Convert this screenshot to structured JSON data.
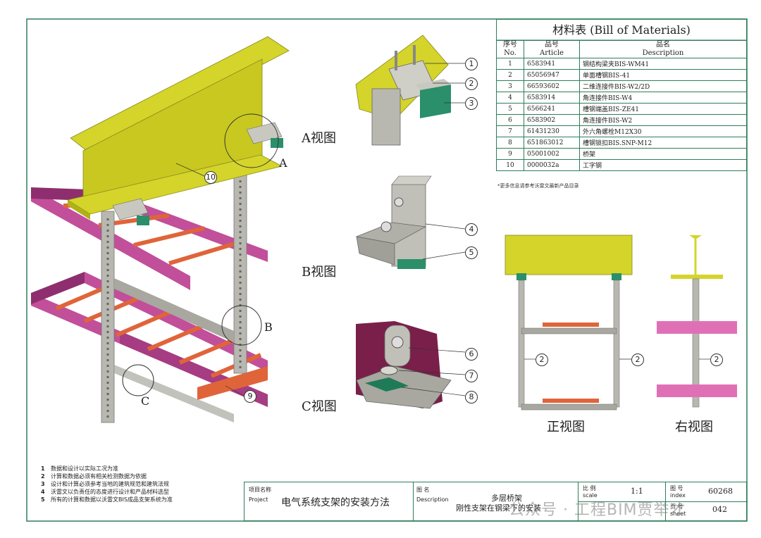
{
  "views": {
    "a": "A视图",
    "b": "B视图",
    "c": "C视图",
    "front": "正视图",
    "right": "右视图"
  },
  "detail_letters": [
    "A",
    "B",
    "C"
  ],
  "callouts": [
    "1",
    "2",
    "3",
    "4",
    "5",
    "6",
    "7",
    "8",
    "9",
    "10"
  ],
  "bom": {
    "title": "材料表 (Bill of Materials)",
    "headers": {
      "no": "序号",
      "no_en": "No.",
      "article": "品号",
      "article_en": "Article",
      "desc": "品名",
      "desc_en": "Description"
    },
    "rows": [
      {
        "no": "1",
        "article": "6583941",
        "desc": "钢结构梁夹BIS-WM41"
      },
      {
        "no": "2",
        "article": "65056947",
        "desc": "单面槽钢BIS-41"
      },
      {
        "no": "3",
        "article": "66593602",
        "desc": "二维连接件BIS-W2/2D"
      },
      {
        "no": "4",
        "article": "6583914",
        "desc": "角连接件BIS-W4"
      },
      {
        "no": "5",
        "article": "6566241",
        "desc": "槽钢端盖BIS-ZE41"
      },
      {
        "no": "6",
        "article": "6583902",
        "desc": "角连接件BIS-W2"
      },
      {
        "no": "7",
        "article": "61431230",
        "desc": "外六角螺栓M12X30"
      },
      {
        "no": "8",
        "article": "651863012",
        "desc": "槽钢锁扣BIS.SNP-M12"
      },
      {
        "no": "9",
        "article": "05001002",
        "desc": "桥架"
      },
      {
        "no": "10",
        "article": "0000032a",
        "desc": "工字钢"
      }
    ],
    "note": "*更多信息请参考沃雷文最新产品目录"
  },
  "notes": [
    {
      "n": "1",
      "text": "数据和设计以实际工况为准"
    },
    {
      "n": "2",
      "text": "计算和数据必须有相关检测数据为依据"
    },
    {
      "n": "3",
      "text": "设计和计算必须参考当地的建筑规范和建筑法规"
    },
    {
      "n": "4",
      "text": "沃雷文以负责任的态度进行设计和产品材料选型"
    },
    {
      "n": "5",
      "text": "所有的计算和数据以沃雷文BIS成品支架系统为准"
    }
  ],
  "title_block": {
    "project_cn": "项目名称",
    "project_en": "Project",
    "project_value": "电气系统支架的安装方法",
    "desc_cn": "图 名",
    "desc_en": "Description",
    "desc_line1": "多层桥架",
    "desc_line2": "刚性支架在钢梁下的安装",
    "scale_cn": "比 例",
    "scale_en": "scale",
    "scale_value": "1:1",
    "index_cn": "图 号",
    "index_en": "index",
    "index_value": "60268",
    "sheet_cn": "页 号",
    "sheet_en": "sheet",
    "sheet_value": "042"
  },
  "watermark": "公众号 · 工程BIM贾举才",
  "colors": {
    "beam": "#d4d42a",
    "tray": "#c24f9a",
    "rung": "#e0643a",
    "channel": "#b8b8b0",
    "frame": "#2e7d5c"
  }
}
